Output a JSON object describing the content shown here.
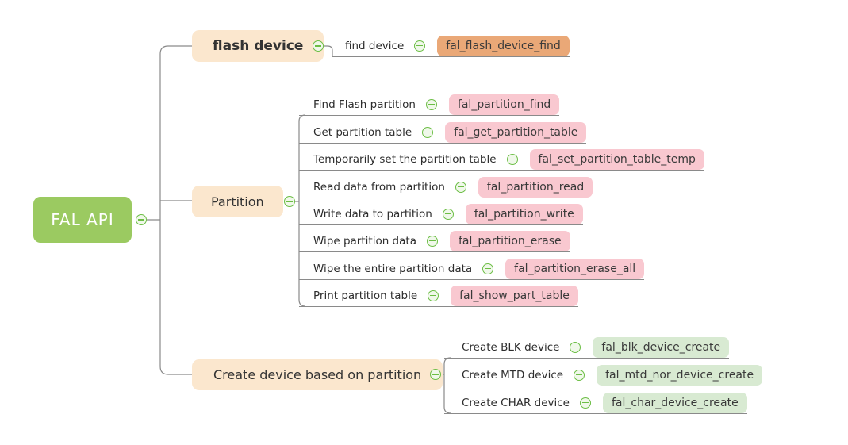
{
  "root": {
    "label": "FAL API"
  },
  "branches": [
    {
      "label": "flash device",
      "children": [
        {
          "label": "find device",
          "code": "fal_flash_device_find"
        }
      ]
    },
    {
      "label": "Partition",
      "children": [
        {
          "label": "Find Flash partition",
          "code": "fal_partition_find"
        },
        {
          "label": "Get partition table",
          "code": "fal_get_partition_table"
        },
        {
          "label": "Temporarily set the partition table",
          "code": "fal_set_partition_table_temp"
        },
        {
          "label": "Read data from partition",
          "code": "fal_partition_read"
        },
        {
          "label": "Write data to partition",
          "code": "fal_partition_write"
        },
        {
          "label": "Wipe partition data",
          "code": "fal_partition_erase"
        },
        {
          "label": "Wipe the entire partition data",
          "code": "fal_partition_erase_all"
        },
        {
          "label": "Print partition table",
          "code": "fal_show_part_table"
        }
      ]
    },
    {
      "label": "Create device based on partition",
      "children": [
        {
          "label": "Create BLK device",
          "code": "fal_blk_device_create"
        },
        {
          "label": "Create MTD device",
          "code": "fal_mtd_nor_device_create"
        },
        {
          "label": "Create CHAR device",
          "code": "fal_char_device_create"
        }
      ]
    }
  ],
  "colors": {
    "root_node": "#9bca61",
    "topic_node": "#fbe7ce",
    "orange_node": "#eaa877",
    "pink_node": "#f9c8d0",
    "green_node": "#d8ead2",
    "icon_green": "#6cbe45",
    "line": "#8a8a8a"
  }
}
